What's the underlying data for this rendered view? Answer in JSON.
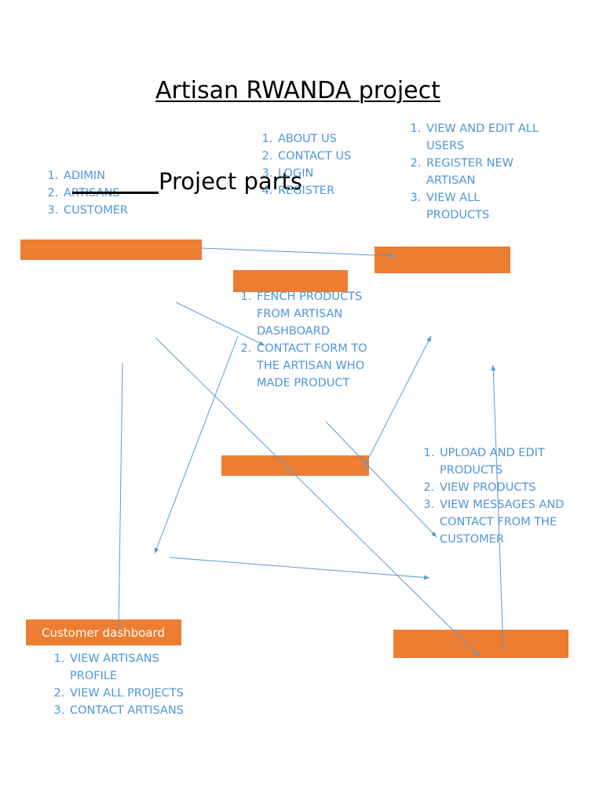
{
  "page": {
    "title": "Artisan RWANDA project",
    "title_mark": "...",
    "project_parts_heading": "Project parts"
  },
  "lists": {
    "roles": [
      "ADIMIN",
      "ARTISANS",
      "CUSTOMER"
    ],
    "public_pages": [
      "ABOUT US",
      "CONTACT US",
      "LOGIN",
      "REGISTER"
    ],
    "admin_features": [
      "VIEW AND EDIT ALL USERS",
      "REGISTER NEW ARTISAN",
      "VIEW ALL PRODUCTS"
    ],
    "home_features": [
      "FENCH PRODUCTS FROM ARTISAN DASHBOARD",
      "CONTACT FORM TO THE ARTISAN WHO MADE PRODUCT"
    ],
    "artisan_features": [
      "UPLOAD AND EDIT PRODUCTS",
      "VIEW PRODUCTS",
      "VIEW MESSAGES AND CONTACT FROM THE CUSTOMER"
    ],
    "customer_features": [
      "VIEW ARTISANS PROFILE",
      "VIEW ALL PROJECTS",
      "CONTACT ARTISANS"
    ]
  },
  "boxes": {
    "customer_dashboard_label": "Customer dashboard"
  },
  "colors": {
    "box_fill": "#ed7d31",
    "list_text": "#4f96d8",
    "arrow": "#5b9bd5"
  }
}
